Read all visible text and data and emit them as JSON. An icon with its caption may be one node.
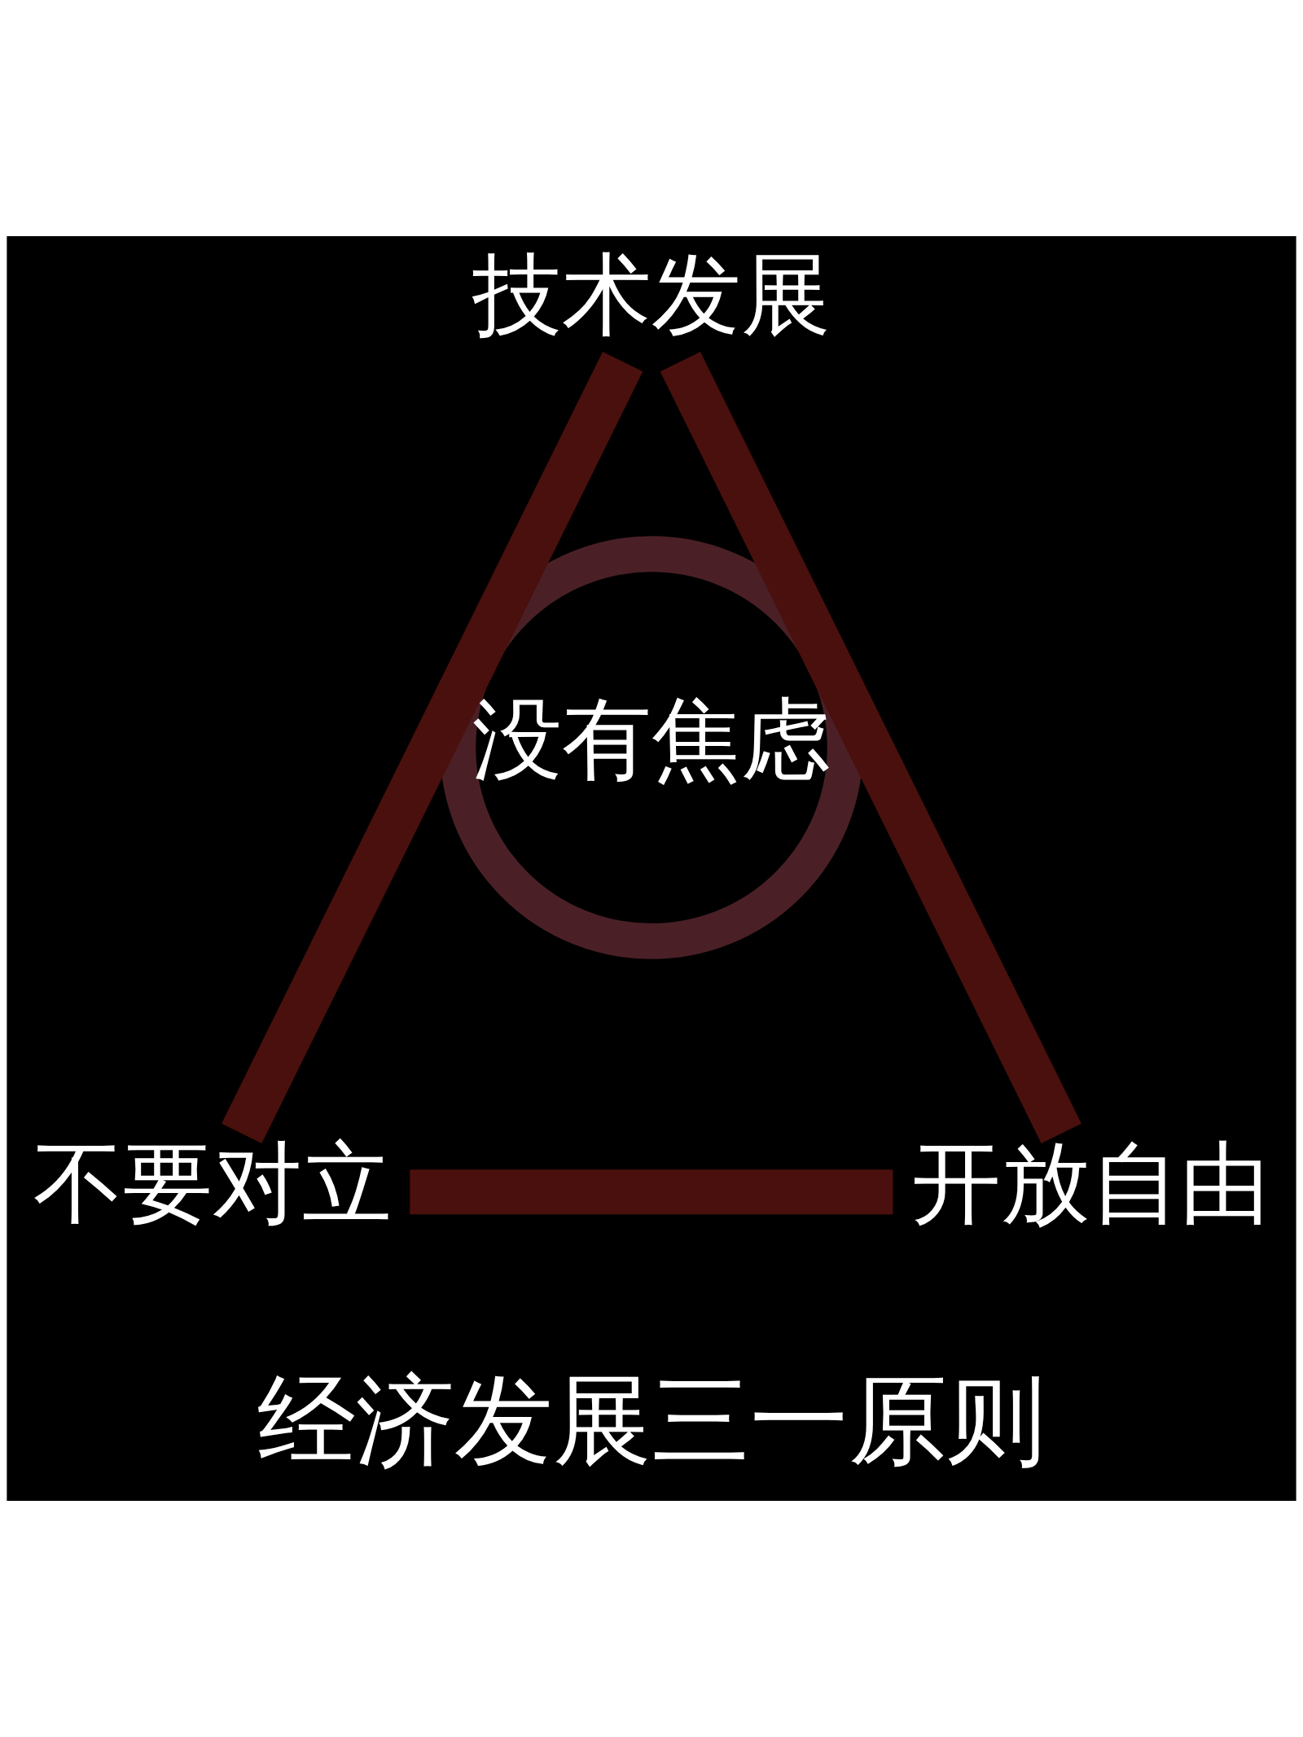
{
  "diagram": {
    "title": "经济发展三一原则",
    "nodes": [
      {
        "text": [
          "技术发展"
        ]
      },
      {
        "text": [
          "没有焦虑"
        ]
      },
      {
        "text": [
          "不要对立"
        ]
      },
      {
        "text": [
          "开放自由"
        ]
      }
    ],
    "edges": [
      {
        "from": 0,
        "to": 2,
        "arrow": "none"
      },
      {
        "from": 0,
        "to": 3,
        "arrow": "none"
      },
      {
        "from": 2,
        "to": 3,
        "arrow": "none"
      }
    ]
  }
}
